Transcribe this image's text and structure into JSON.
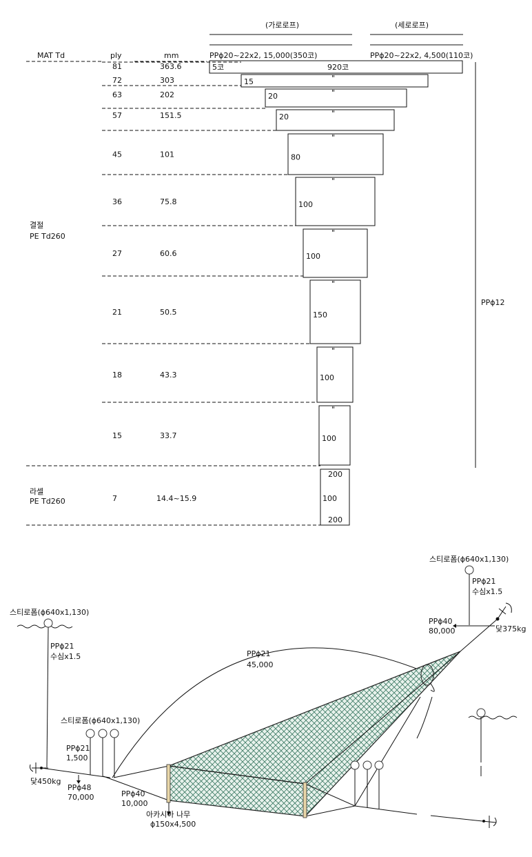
{
  "header": {
    "left_label": "(가로로프)",
    "right_label": "(세로로프)",
    "left_spec": "PPϕ20~22x2,  15,000(350코)",
    "right_spec": "PPϕ20~22x2,  4,500(110코)"
  },
  "columns": {
    "mat": "MAT Td",
    "ply": "ply",
    "mm": "mm"
  },
  "rows": [
    {
      "ply": "81",
      "mm": "363.6",
      "count": "5코",
      "extra": "920코"
    },
    {
      "ply": "72",
      "mm": "303",
      "count": "15",
      "ditto": "\""
    },
    {
      "ply": "63",
      "mm": "202",
      "count": "20",
      "ditto": "\""
    },
    {
      "ply": "57",
      "mm": "151.5",
      "count": "20",
      "ditto": "\""
    },
    {
      "ply": "45",
      "mm": "101",
      "count": "80",
      "ditto": "\""
    },
    {
      "ply": "36",
      "mm": "75.8",
      "count": "100",
      "ditto": "\""
    },
    {
      "ply": "27",
      "mm": "60.6",
      "count": "100",
      "ditto": "\""
    },
    {
      "ply": "21",
      "mm": "50.5",
      "count": "150",
      "ditto": "\""
    },
    {
      "ply": "18",
      "mm": "43.3",
      "count": "100",
      "ditto": "\""
    },
    {
      "ply": "15",
      "mm": "33.7",
      "count": "100",
      "ditto": "\""
    }
  ],
  "group1": {
    "line1": "결절",
    "line2": "PE Td260"
  },
  "side_rope": "PPϕ12",
  "group2": {
    "line1": "라셀",
    "line2": "PE Td260",
    "ply": "7",
    "mm": "14.4~15.9",
    "top": "200",
    "mid": "100",
    "bottom": "200"
  },
  "bottom_diagram": {
    "float_left": "스티로폼(ϕ640x1,130)",
    "left_rope": "PPϕ21",
    "left_rope_sub": "수심x1.5",
    "left_anchor": "닻450kg",
    "float_mid": "스티로폼(ϕ640x1,130)",
    "pp21_1500": "PPϕ21",
    "pp21_1500_sub": "1,500",
    "pp48": "PPϕ48",
    "pp48_sub": "70,000",
    "pp40_bottom": "PPϕ40",
    "pp40_bottom_sub": "10,000",
    "acacia": "아카시아 나무",
    "acacia_sub": "ϕ150x4,500",
    "arc_rope": "PPϕ21",
    "arc_rope_sub": "45,000",
    "float_right": "스티로폼(ϕ640x1,130)",
    "right_rope": "PPϕ21",
    "right_rope_sub": "수심x1.5",
    "pp40_right": "PPϕ40",
    "pp40_right_sub": "80,000",
    "right_anchor": "닻375kg"
  }
}
